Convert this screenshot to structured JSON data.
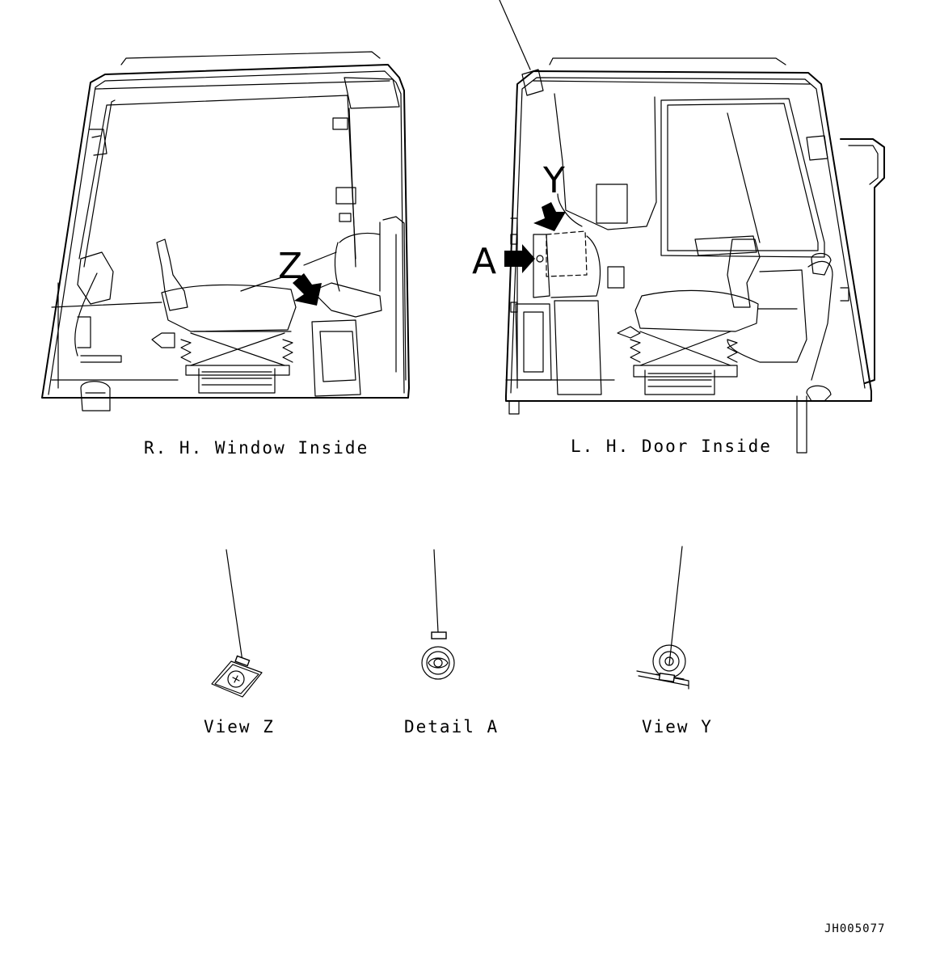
{
  "views": {
    "rh_window_inside": "R. H.  Window  Inside",
    "lh_door_inside": "L. H.  Door  Inside"
  },
  "callouts": {
    "z": "Z",
    "y": "Y",
    "a": "A"
  },
  "details": {
    "view_z": "View  Z",
    "detail_a": "Detail  A",
    "view_y": "View  Y"
  },
  "drawing_code": "JH005077"
}
